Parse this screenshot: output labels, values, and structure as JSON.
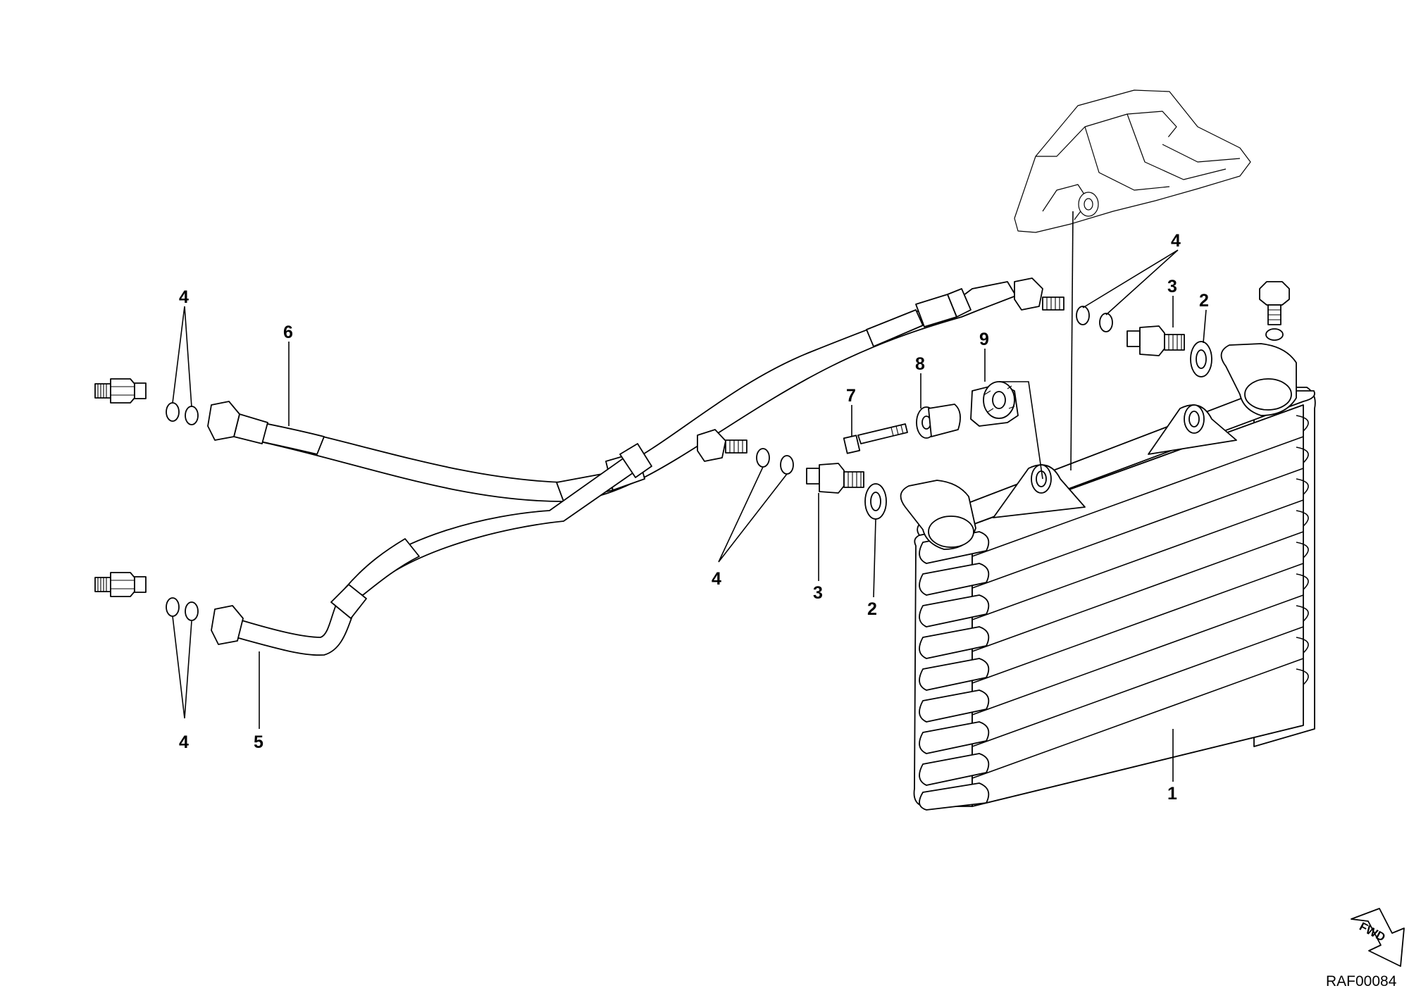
{
  "diagram": {
    "callouts": [
      "1",
      "2",
      "2",
      "3",
      "3",
      "4",
      "4",
      "4",
      "4",
      "5",
      "6",
      "7",
      "8",
      "9"
    ],
    "drawing_code": "RAF00084",
    "fwd_label": "FWD"
  }
}
